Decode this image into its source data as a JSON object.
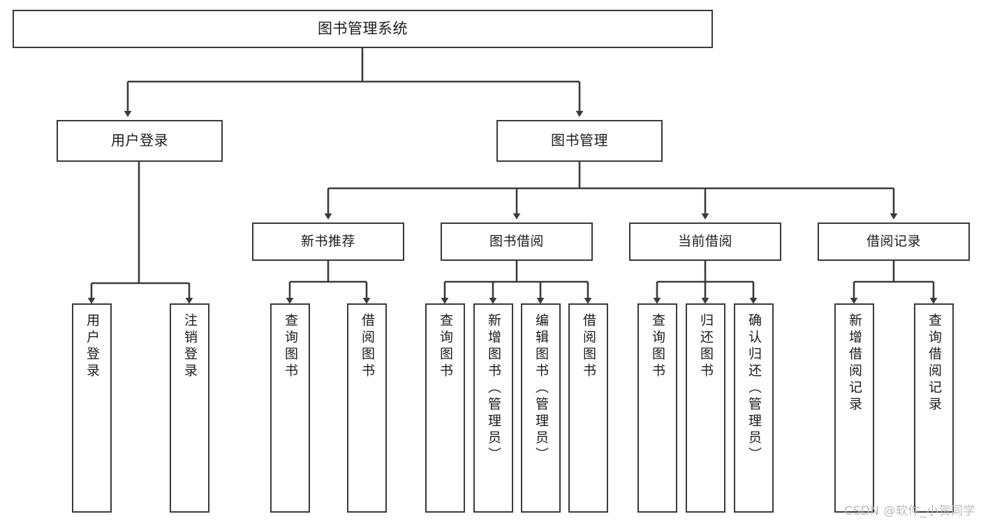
{
  "diagram": {
    "title": "图书管理系统",
    "watermark": "CSDN @软件_小贺同学",
    "line_color": "#3a3a3a",
    "box_fill": "#ffffff",
    "text_color": "#1b1b1b",
    "watermark_color": "#b9b9b9"
  },
  "nodes": {
    "root": {
      "label": "图书管理系统"
    },
    "level2": [
      {
        "label": "用户登录"
      },
      {
        "label": "图书管理"
      }
    ],
    "level3": [
      {
        "label": "新书推荐"
      },
      {
        "label": "图书借阅"
      },
      {
        "label": "当前借阅"
      },
      {
        "label": "借阅记录"
      }
    ],
    "leaves": {
      "user_login": [
        {
          "label": "用户登录"
        },
        {
          "label": "注销登录"
        }
      ],
      "new_book_recommend": [
        {
          "label": "查询图书"
        },
        {
          "label": "借阅图书"
        }
      ],
      "book_borrow": [
        {
          "label": "查询图书"
        },
        {
          "label": "新增图书（管理员）"
        },
        {
          "label": "编辑图书（管理员）"
        },
        {
          "label": "借阅图书"
        }
      ],
      "current_borrow": [
        {
          "label": "查询图书"
        },
        {
          "label": "归还图书"
        },
        {
          "label": "确认归还（管理员）"
        }
      ],
      "borrow_record": [
        {
          "label": "新增借阅记录"
        },
        {
          "label": "查询借阅记录"
        }
      ]
    }
  }
}
